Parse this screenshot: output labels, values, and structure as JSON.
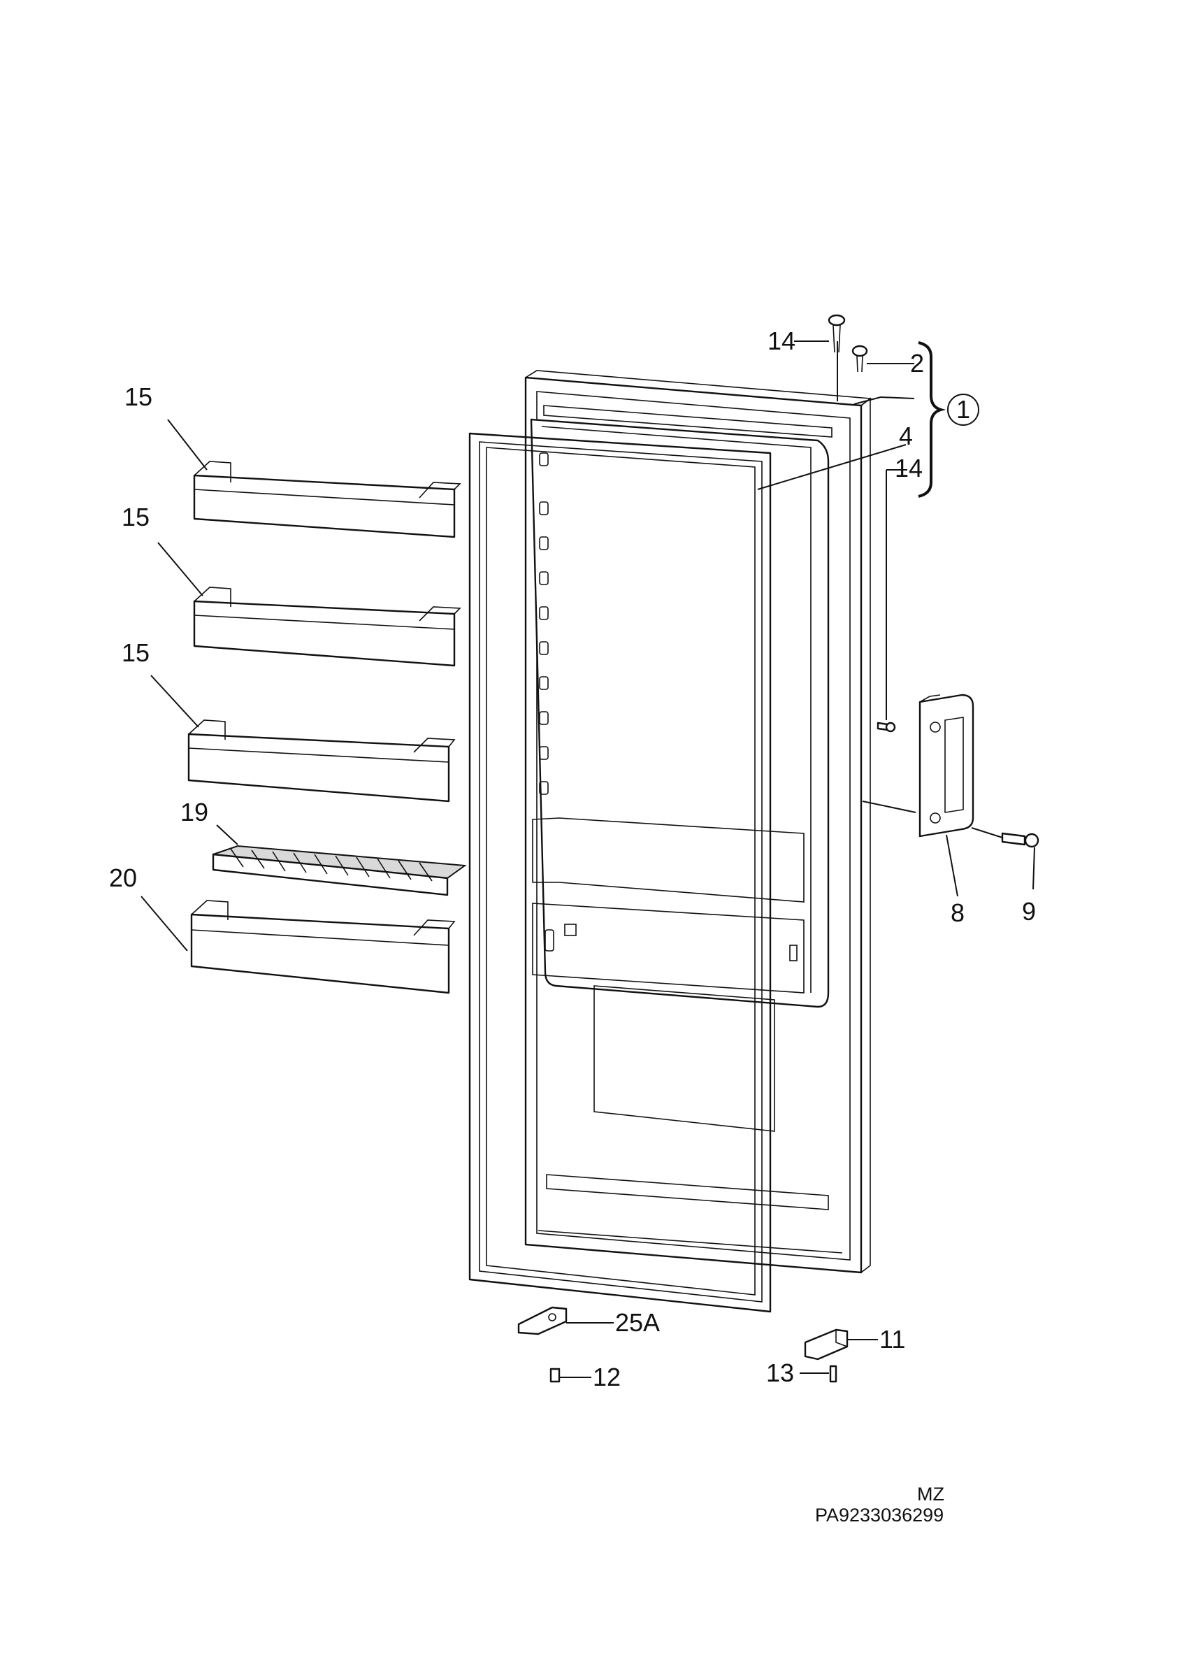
{
  "diagram": {
    "labels": {
      "l1": "1",
      "l2": "2",
      "l4": "4",
      "l8": "8",
      "l9": "9",
      "l11": "11",
      "l12": "12",
      "l13": "13",
      "l14a": "14",
      "l14b": "14",
      "l15a": "15",
      "l15b": "15",
      "l15c": "15",
      "l19": "19",
      "l20": "20",
      "l25a": "25A"
    },
    "footer": {
      "code_line1": "MZ",
      "code_line2": "PA9233036299"
    }
  }
}
